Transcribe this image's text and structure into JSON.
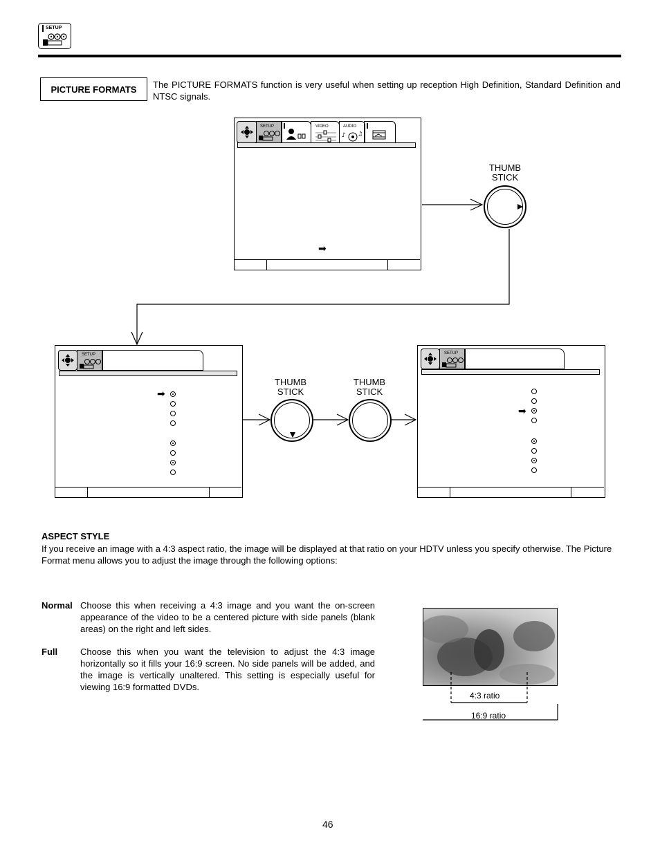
{
  "header": {
    "icon_label": "SETUP"
  },
  "section_box": {
    "label": "PICTURE FORMATS"
  },
  "intro": "The PICTURE FORMATS function is very useful when setting up reception High Definition, Standard Definition and NTSC signals.",
  "top_screen": {
    "tabs": [
      {
        "label": "SETUP",
        "icon": "setup-icon"
      },
      {
        "label": "",
        "icon": "person-icon"
      },
      {
        "label": "VIDEO",
        "icon": "video-icon"
      },
      {
        "label": "AUDIO",
        "icon": "audio-icon"
      },
      {
        "label": "",
        "icon": "film-icon"
      }
    ]
  },
  "thumb_stick_labels": {
    "top": [
      "THUMB",
      "STICK"
    ],
    "middle_left": [
      "THUMB",
      "STICK"
    ],
    "middle_right": [
      "THUMB",
      "STICK"
    ]
  },
  "left_screen": {
    "tab_label": "SETUP",
    "radios_group1": [
      true,
      false,
      false,
      false
    ],
    "radios_group2": [
      true,
      false,
      true,
      false
    ],
    "pointer_row": 0
  },
  "right_screen": {
    "tab_label": "SETUP",
    "radios_group1": [
      false,
      false,
      true,
      false
    ],
    "radios_group2": [
      true,
      false,
      true,
      false
    ],
    "pointer_row": 2
  },
  "aspect": {
    "title": "ASPECT STYLE",
    "body": "If you receive an image with a 4:3 aspect ratio, the image will be displayed at that ratio on your HDTV unless you specify otherwise. The Picture Format menu allows you to adjust the image through the following options:"
  },
  "options": [
    {
      "name": "Normal",
      "text": "Choose this when receiving a 4:3 image and you want the on-screen appearance of the video to be a centered picture with side panels (blank areas) on the right and left sides."
    },
    {
      "name": "Full",
      "text": "Choose this when you want the television to adjust the 4:3 image horizontally so it fills your 16:9 screen. No side panels will be added, and the image is vertically unaltered. This setting is especially useful for viewing 16:9 formatted DVDs."
    }
  ],
  "ratios": {
    "inner": "4:3 ratio",
    "outer": "16:9 ratio"
  },
  "page_number": "46"
}
